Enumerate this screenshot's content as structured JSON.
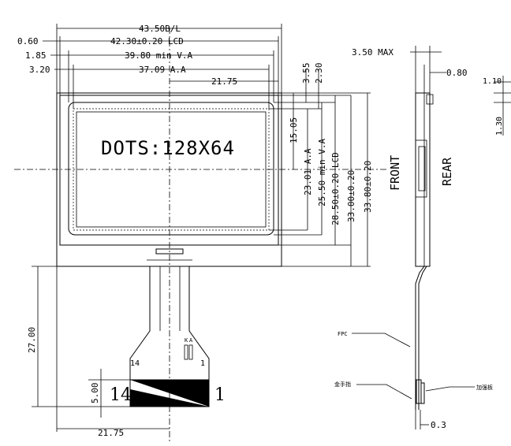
{
  "top_dimensions": {
    "overall_width": "43.50B/L",
    "lcd_width": "42.30±0.20 LCD",
    "va_width": "39.80 min V.A",
    "aa_width": "37.09 A.A",
    "offset_overall": "0.60",
    "offset_va": "1.85",
    "offset_aa": "3.20",
    "center_x": "21.75"
  },
  "right_dimensions": {
    "top_offset_a": "3.55",
    "top_offset_b": "2.30",
    "center_y": "15.05",
    "aa_height": "23.01 A.A",
    "va_height": "25.50 min V.A",
    "lcd_height": "28.50±0.20 LCD",
    "glass_height": "33.00±0.20",
    "overall_height": "33.80±0.20"
  },
  "display_label": "DOTS:128X64",
  "fpc": {
    "length": "27.00",
    "tab_height": "5.00",
    "center_x_bottom": "21.75",
    "pin_first_small": "14",
    "pin_last_small": "1",
    "pin_first_large": "14",
    "pin_last_large": "1",
    "label_k": "K",
    "label_a": "A"
  },
  "side_view": {
    "thickness_max": "3.50 MAX",
    "thickness_b": "0.80",
    "front_label": "FRONT",
    "rear_label": "REAR",
    "fpc_label": "FPC",
    "gold_finger_label": "金手指",
    "stiffener_label": "加强板",
    "fpc_thickness": "0.3"
  },
  "partial_dimensions": {
    "dim_a": "1.10",
    "dim_b": "1.30"
  }
}
